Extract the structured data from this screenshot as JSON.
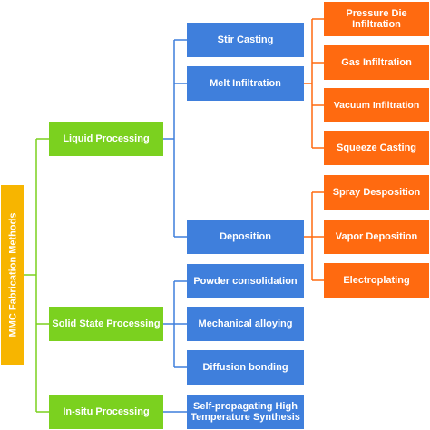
{
  "colors": {
    "root": "#f7b500",
    "level1": "#7bd11f",
    "level2": "#3f7fdc",
    "level3": "#ff6a10",
    "connector_green": "#7bd11f",
    "connector_blue": "#3f7fdc",
    "connector_orange": "#ff6a10"
  },
  "root": {
    "label": "MMC Fabrication Methods"
  },
  "level1": {
    "liquid": "Liquid Processing",
    "solid": "Solid State Processing",
    "insitu": "In-situ Processing"
  },
  "liquid_children": {
    "stir": "Stir Casting",
    "melt": "Melt Infiltration",
    "deposition": "Deposition"
  },
  "melt_children": {
    "pressure_die": "Pressure Die Infiltration",
    "gas": "Gas Infiltration",
    "vacuum": "Vacuum Infiltration",
    "squeeze": "Squeeze Casting"
  },
  "deposition_children": {
    "spray": "Spray Desposition",
    "vapor": "Vapor Deposition",
    "electroplating": "Electroplating"
  },
  "solid_children": {
    "powder": "Powder consolidation",
    "mechanical": "Mechanical alloying",
    "diffusion": "Diffusion bonding"
  },
  "insitu_children": {
    "shs": "Self-propagating High Temperature Synthesis"
  }
}
